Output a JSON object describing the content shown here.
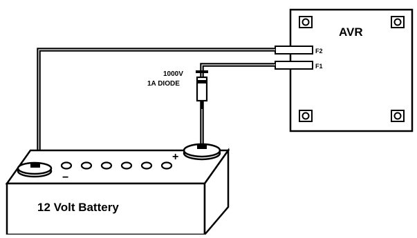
{
  "avr": {
    "title": "AVR",
    "terminals": [
      "F2",
      "F1"
    ]
  },
  "diode": {
    "voltage_label": "1000V",
    "current_label": "1A DIODE"
  },
  "battery": {
    "label": "12 Volt Battery",
    "positive_sign": "+",
    "negative_sign": "−"
  },
  "colors": {
    "line": "#000000",
    "background": "#ffffff"
  }
}
